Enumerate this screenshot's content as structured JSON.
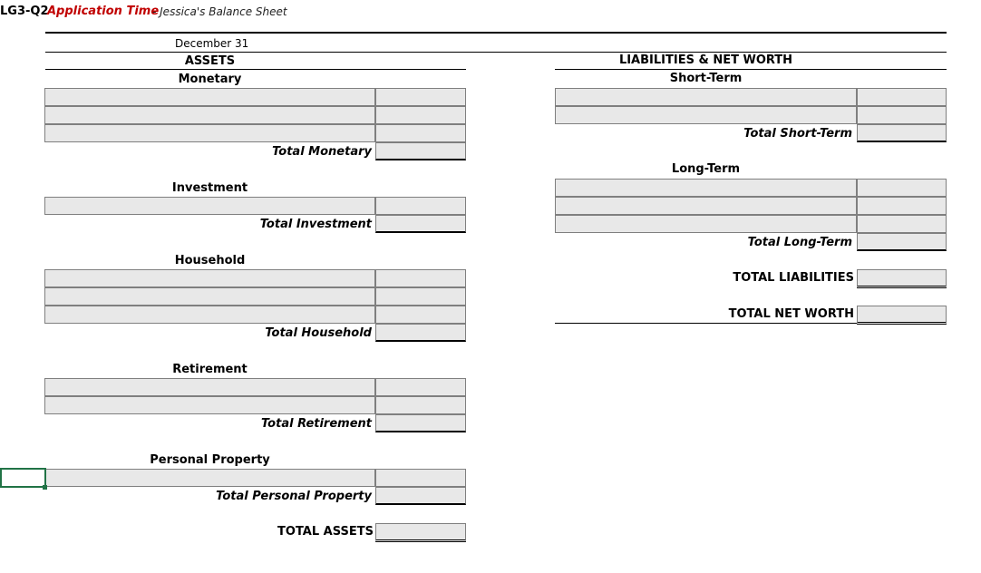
{
  "header": {
    "code": "LG3-Q2",
    "app_title": "Application Time",
    "subtitle": "- Jessica's Balance Sheet",
    "date": "December 31"
  },
  "assets": {
    "title": "ASSETS",
    "monetary": {
      "heading": "Monetary",
      "total_label": "Total Monetary"
    },
    "investment": {
      "heading": "Investment",
      "total_label": "Total Investment"
    },
    "household": {
      "heading": "Household",
      "total_label": "Total Household"
    },
    "retirement": {
      "heading": "Retirement",
      "total_label": "Total Retirement"
    },
    "personal_property": {
      "heading": "Personal Property",
      "total_label": "Total Personal Property"
    },
    "grand_total_label": "TOTAL ASSETS"
  },
  "liabilities": {
    "title": "LIABILITIES & NET WORTH",
    "short_term": {
      "heading": "Short-Term",
      "total_label": "Total Short-Term"
    },
    "long_term": {
      "heading": "Long-Term",
      "total_label": "Total Long-Term"
    },
    "total_liabilities_label": "TOTAL LIABILITIES",
    "total_net_worth_label": "TOTAL NET WORTH"
  },
  "colors": {
    "accent_red": "#c00000",
    "input_fill": "#e8e8e8",
    "selection_green": "#217346"
  }
}
